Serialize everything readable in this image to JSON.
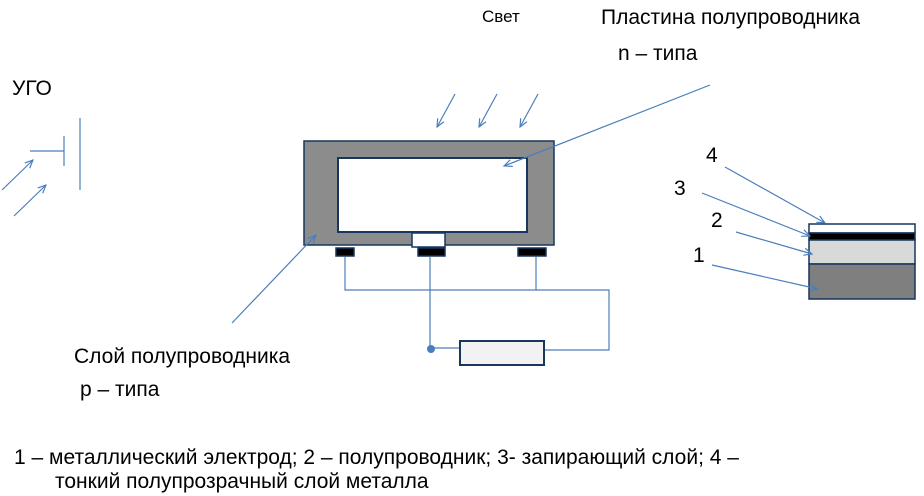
{
  "labels": {
    "light": "Свет",
    "ugo": "УГО",
    "n_plate_line1": "Пластина полупроводника",
    "n_plate_line2": "n – типа",
    "p_layer_line1": "Слой полупроводника",
    "p_layer_line2": "p – типа",
    "layer_4": "4",
    "layer_3": "3",
    "layer_2": "2",
    "layer_1": "1"
  },
  "caption": {
    "line1": "1 – металлический электрод; 2 – полупроводник; 3- запирающий слой; 4 –",
    "line2": "тонкий полупрозрачный слой металла"
  },
  "colors": {
    "line_blue": "#4a7ebb",
    "semiconductor_gray": "#8c8c8c",
    "layer_light_gray": "#d9d9d9",
    "electrode_dark_gray": "#7f7f7f",
    "contact_black": "#000000",
    "resistor_fill": "#f2f2f2"
  }
}
